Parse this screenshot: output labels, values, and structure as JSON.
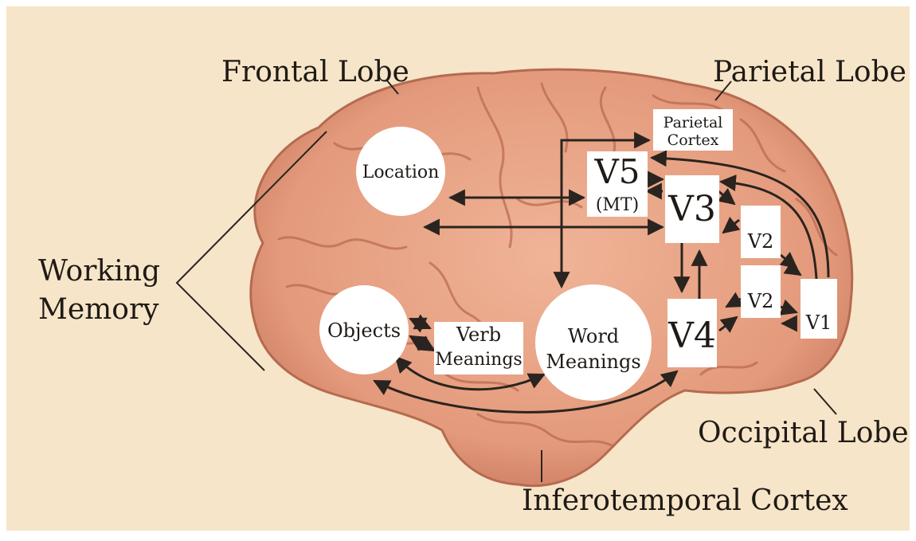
{
  "colors": {
    "background": "#f6e5c8",
    "brain": "#e9a488",
    "brain_shadow": "#c9775c",
    "fold": "#b8684f",
    "node_fill": "#ffffff",
    "line": "#2a2420"
  },
  "labels": {
    "frontal": "Frontal Lobe",
    "parietal": "Parietal Lobe",
    "working_line1": "Working",
    "working_line2": "Memory",
    "occipital": "Occipital Lobe",
    "inferotemporal": "Inferotemporal Cortex"
  },
  "nodes": {
    "location": "Location",
    "objects": "Objects",
    "verb_line1": "Verb",
    "verb_line2": "Meanings",
    "word_line1": "Word",
    "word_line2": "Meanings",
    "parietal_cortex_line1": "Parietal",
    "parietal_cortex_line2": "Cortex",
    "v5": "V5",
    "v5_sub": "(MT)",
    "v3": "V3",
    "v4": "V4",
    "v2_top": "V2",
    "v2_bottom": "V2",
    "v1": "V1"
  }
}
